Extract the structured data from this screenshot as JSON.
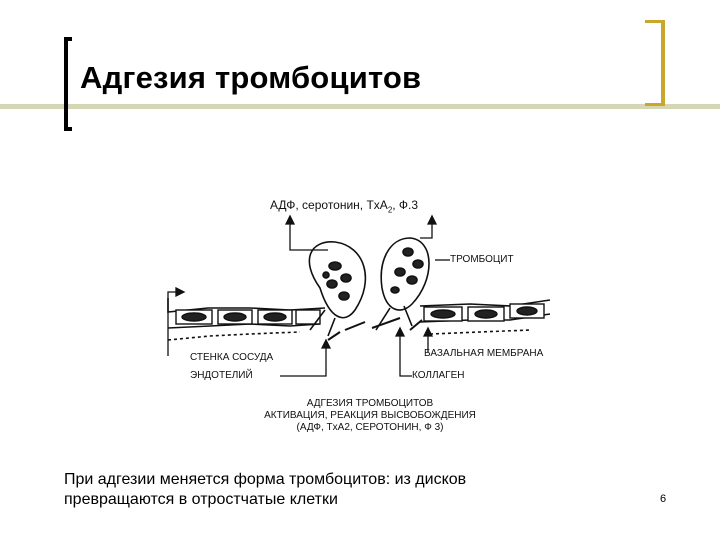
{
  "slide": {
    "title": "Адгезия тромбоцитов",
    "caption_line1": "При адгезии меняется форма тромбоцитов: из дисков",
    "caption_line2": "превращаются в отростчатые клетки",
    "page_number": "6"
  },
  "figure": {
    "label_mediators_a": "АДФ, серотонин, TxA",
    "label_mediators_sub": "2",
    "label_mediators_b": ", Ф.3",
    "label_platelet": "ТРОМБОЦИТ",
    "label_vessel_wall": "СТЕНКА СОСУДА",
    "label_endothelium": "ЭНДОТЕЛИЙ",
    "label_basal_membrane": "БАЗАЛЬНАЯ МЕМБРАНА",
    "label_collagen": "КОЛЛАГЕН",
    "caption_line1": "АДГЕЗИЯ ТРОМБОЦИТОВ",
    "caption_line2": "АКТИВАЦИЯ, РЕАКЦИЯ ВЫСВОБОЖДЕНИЯ",
    "caption_line3": "(АДФ, TxA2, СЕРОТОНИН, Ф 3)"
  }
}
